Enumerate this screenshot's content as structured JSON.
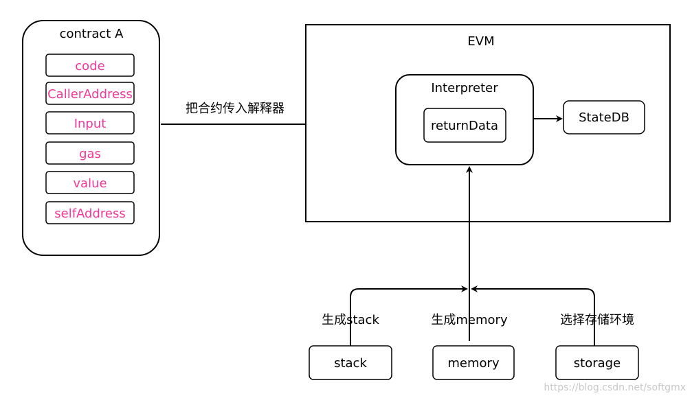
{
  "contract": {
    "title": "contract A",
    "fields": [
      "code",
      "CallerAddress",
      "Input",
      "gas",
      "value",
      "selfAddress"
    ],
    "field_color": "#f0389a"
  },
  "transfer_label": "把合约传入解释器",
  "evm": {
    "title": "EVM",
    "interpreter": {
      "title": "Interpreter",
      "inner": "returnData"
    },
    "statedb": "StateDB"
  },
  "bottom": {
    "labels": [
      "生成stack",
      "生成memory",
      "选择存储环境"
    ],
    "boxes": [
      "stack",
      "memory",
      "storage"
    ]
  },
  "watermark": "https://blog.csdn.net/softgmx"
}
